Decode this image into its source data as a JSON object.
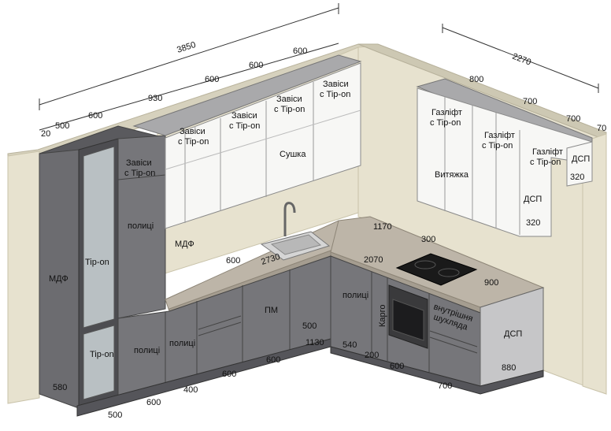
{
  "colors": {
    "wall": "#e7e2cf",
    "wall_edge": "#c9c3aa",
    "dark_cabinet": "#6c6c70",
    "dark_cabinet_front": "#76767a",
    "dark_cabinet_side": "#5a5a5e",
    "white_cabinet": "#f7f7f5",
    "white_cabinet_side": "#e4e4e2",
    "worktop": "#bdb5a8",
    "worktop_edge": "#a59d90",
    "plinth": "#55555a",
    "glass": "#b9c0c3",
    "hob": "#1a1a1a",
    "sink": "#d5d5d5",
    "dim_line": "#333333"
  },
  "dimensions": {
    "top_total_left": "3850",
    "top_total_right": "2270",
    "top_600_a": "600",
    "top_600_b": "600",
    "top_600_c": "600",
    "top_930": "930",
    "top_600_d": "600",
    "top_500": "500",
    "top_20": "20",
    "right_800": "800",
    "right_700_a": "700",
    "right_700_b": "700",
    "right_70": "70",
    "worktop_600": "600",
    "worktop_2730": "2730",
    "worktop_1170": "1170",
    "worktop_2070": "2070",
    "worktop_300": "300",
    "worktop_900": "900",
    "base_500_right": "500",
    "base_1130": "1130",
    "bottom_500": "500",
    "bottom_600_a": "600",
    "bottom_400": "400",
    "bottom_600_b": "600",
    "bottom_600_c": "600",
    "bottom_540": "540",
    "bottom_200": "200",
    "bottom_600_d": "600",
    "bottom_700": "700",
    "bottom_880": "880",
    "tall_580": "580",
    "dsp_320_a": "320",
    "dsp_320_b": "320"
  },
  "labels": {
    "mdf_tall": "МДФ",
    "tip_on_upper": "Tip-on",
    "tip_on_lower": "Tip-on",
    "zavisy_tall_1": "Завіси",
    "zavisy_tall_2": "с Tip-on",
    "polytsi_tall": "полиці",
    "mdf_arrow": "МДФ",
    "zavisy_1a": "Завіси",
    "zavisy_1b": "с Tip-on",
    "zavisy_2a": "Завіси",
    "zavisy_2b": "с Tip-on",
    "zavisy_3a": "Завіси",
    "zavisy_3b": "с Tip-on",
    "zavisy_4a": "Завіси",
    "zavisy_4b": "с Tip-on",
    "sushka": "Сушка",
    "gazlift_1a": "Газліфт",
    "gazlift_1b": "с Tip-on",
    "gazlift_2a": "Газліфт",
    "gazlift_2b": "с Tip-on",
    "gazlift_3a": "Газліфт",
    "gazlift_3b": "с Tip-on",
    "vytyazhka": "Витяжка",
    "dsp_upper": "ДСП",
    "dsp_hood": "ДСП",
    "polytsi_base_1": "полиці",
    "polytsi_base_2": "полиці",
    "pm": "ПМ",
    "polytsi_corner": "полиці",
    "kargo": "Карго",
    "vnutr_1": "внутрішня",
    "vnutr_2": "шухляда",
    "dsp_end": "ДСП"
  }
}
